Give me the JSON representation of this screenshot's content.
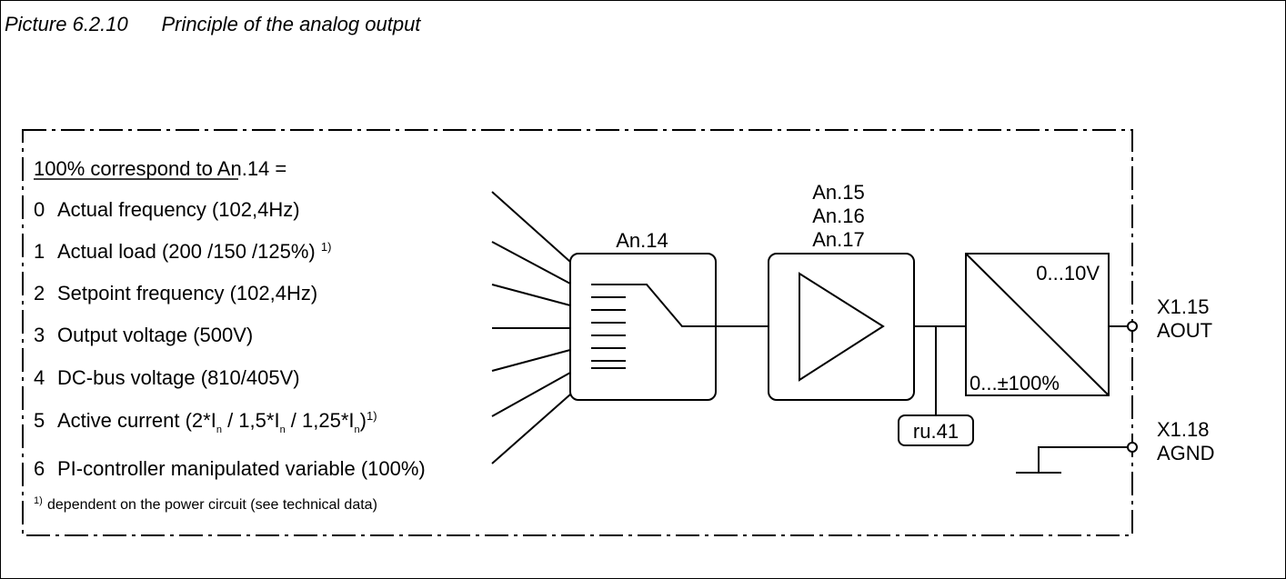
{
  "caption": {
    "label": "Picture 6.2.10",
    "title": "Principle of the analog output"
  },
  "options": {
    "heading": "100% correspond to An.14 =",
    "items": [
      {
        "num": "0",
        "text": "Actual frequency (102,4Hz)"
      },
      {
        "num": "1",
        "text": "Actual load (200 /150 /125%)",
        "sup": "1)"
      },
      {
        "num": "2",
        "text": "Setpoint frequency (102,4Hz)"
      },
      {
        "num": "3",
        "text": "Output voltage (500V)"
      },
      {
        "num": "4",
        "text": "DC-bus voltage (810/405V)"
      },
      {
        "num": "5",
        "text_parts": [
          "Active current (2*I",
          "n",
          " / 1,5*I",
          "n",
          " / 1,25*I",
          "n",
          ")"
        ],
        "sup": "1)"
      },
      {
        "num": "6",
        "text": "PI-controller manipulated variable (100%)"
      }
    ],
    "footnote_mark": "1)",
    "footnote": "dependent on  the power circuit  (see technical  data)"
  },
  "blocks": {
    "selector_label": "An.14",
    "amplifier_params": [
      "An.15",
      "An.16",
      "An.17"
    ],
    "converter_top": "0...10V",
    "converter_bottom": "0...±100%",
    "tap_label": "ru.41"
  },
  "terminals": {
    "aout_pin": "X1.15",
    "aout_name": "AOUT",
    "agnd_pin": "X1.18",
    "agnd_name": "AGND"
  }
}
